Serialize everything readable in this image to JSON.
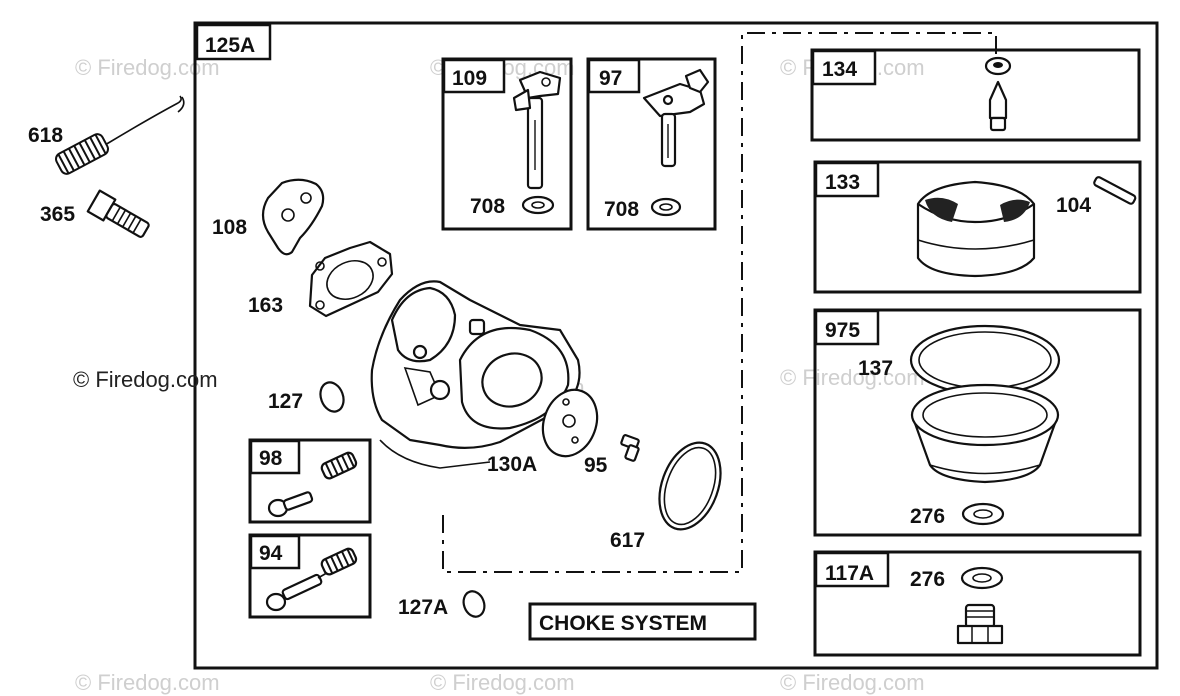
{
  "assembly_label": "125A",
  "subsystem_label": "CHOKE SYSTEM",
  "watermark": "© Firedog.com",
  "parts": {
    "p618": "618",
    "p365": "365",
    "p108": "108",
    "p163": "163",
    "p127": "127",
    "p109": "109",
    "p97": "97",
    "p708a": "708",
    "p708b": "708",
    "p130A": "130A",
    "p95": "95",
    "p617": "617",
    "p98": "98",
    "p94": "94",
    "p127A": "127A",
    "p134": "134",
    "p133": "133",
    "p104": "104",
    "p975": "975",
    "p137": "137",
    "p276a": "276",
    "p117A": "117A",
    "p276b": "276"
  }
}
